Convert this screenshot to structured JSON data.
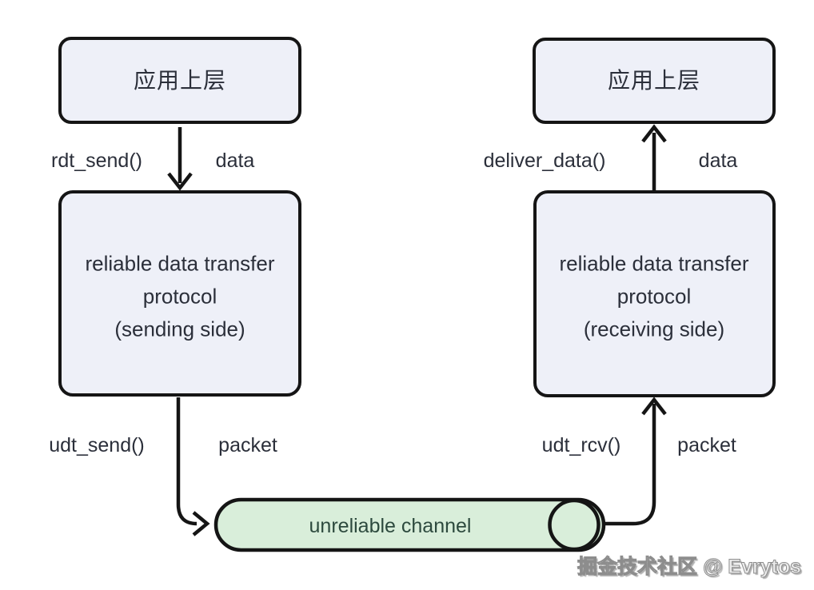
{
  "diagram": {
    "sender": {
      "upper_layer": "应用上层",
      "send_call": "rdt_send()",
      "send_arg": "data",
      "protocol_line1": "reliable data transfer",
      "protocol_line2": "protocol",
      "protocol_line3": "(sending side)",
      "udt_call": "udt_send()",
      "udt_arg": "packet"
    },
    "receiver": {
      "upper_layer": "应用上层",
      "deliver_call": "deliver_data()",
      "deliver_arg": "data",
      "protocol_line1": "reliable data transfer",
      "protocol_line2": "protocol",
      "protocol_line3": "(receiving side)",
      "udt_call": "udt_rcv()",
      "udt_arg": "packet"
    },
    "channel": {
      "label": "unreliable channel"
    },
    "watermark": "掘金技术社区 @ Evrytos"
  },
  "colors": {
    "background": "#ffffff",
    "box_fill": "#eef0f8",
    "box_stroke": "#151515",
    "text": "#2b2f3a",
    "channel_fill": "#d9eeda",
    "channel_stroke": "#151515",
    "channel_text": "#2d4a3e",
    "arrow": "#151515"
  }
}
